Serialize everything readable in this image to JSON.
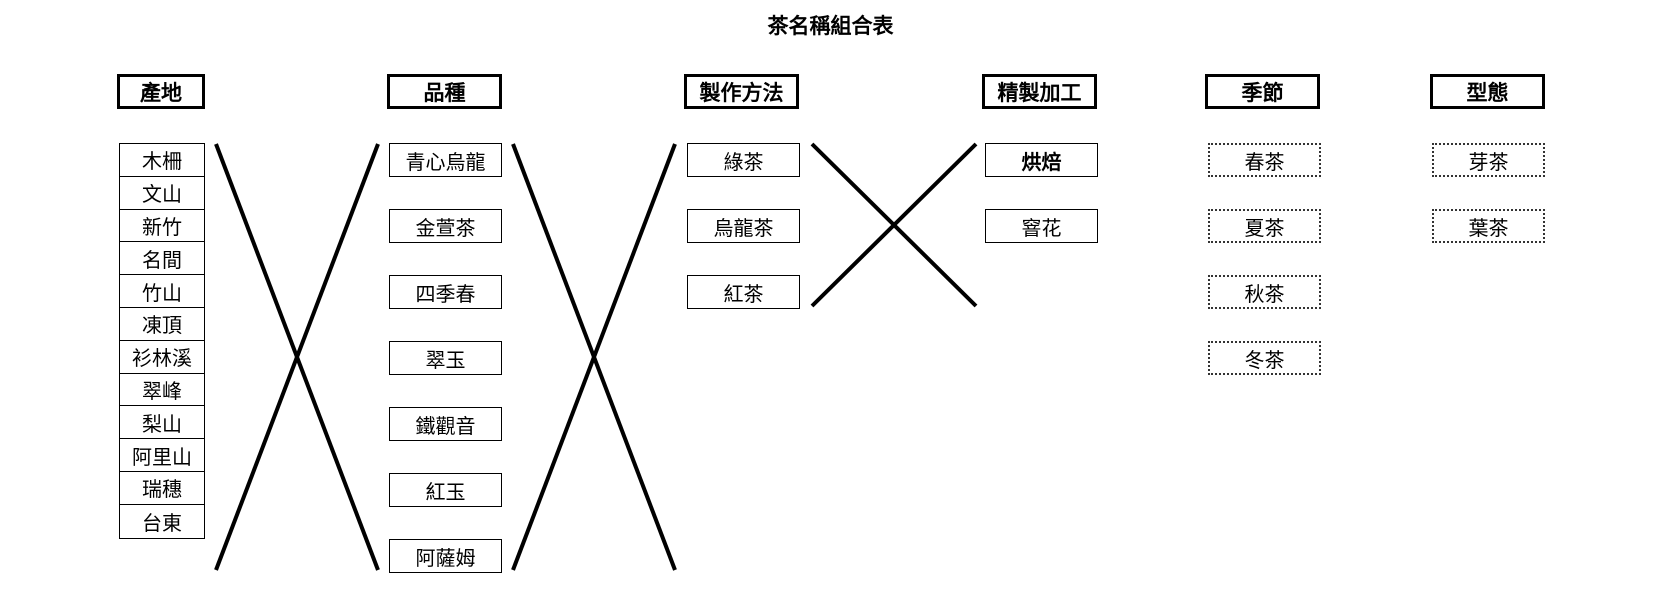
{
  "title": "茶名稱組合表",
  "headers": {
    "origin": "產地",
    "variety": "品種",
    "method": "製作方法",
    "refine": "精製加工",
    "season": "季節",
    "form": "型態"
  },
  "origins": [
    "木柵",
    "文山",
    "新竹",
    "名間",
    "竹山",
    "凍頂",
    "衫林溪",
    "翠峰",
    "梨山",
    "阿里山",
    "瑞穗",
    "台東"
  ],
  "varieties": [
    "青心烏龍",
    "金萱茶",
    "四季春",
    "翠玉",
    "鐵觀音",
    "紅玉",
    "阿薩姆"
  ],
  "methods": [
    "綠茶",
    "烏龍茶",
    "紅茶"
  ],
  "refines": [
    "烘焙",
    "窨花"
  ],
  "seasons": [
    "春茶",
    "夏茶",
    "秋茶",
    "冬茶"
  ],
  "forms": [
    "芽茶",
    "葉茶"
  ]
}
